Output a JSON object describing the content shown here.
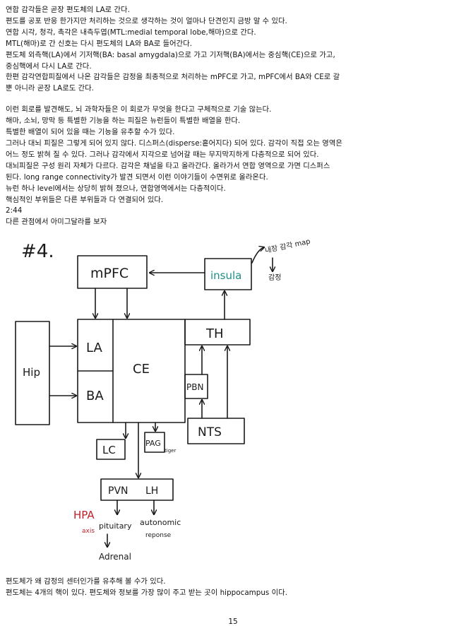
{
  "paragraph_lines": [
    "연합 감각들은 곧장 편도체의 LA로 간다.",
    "편도를 공포 반응 한가지만 처리하는 것으로 생각하는 것이 얼마나 단견인지 금방 알 수 있다.",
    "연합 시각, 청각, 촉각은 내측두엽(MTL:medial temporal lobe,해마)으로 간다.",
    "MTL(해마)로 간 신호는 다시 편도체의 LA와 BA로 들어간다.",
    "편도체 외측핵(LA)에서 기저핵(BA: basal amygdala)으로 가고 기저핵(BA)에서는 중심핵(CE)으로 가고,",
    "중심핵에서 다시 LA로 간다.",
    "한편 감각연합피질에서 나온 감각들은 감정을 최종적으로 처리하는 mPFC로 가고, mPFC에서 BA와 CE로 갈",
    "뿐 아니라 곧장 LA로도 간다.",
    "",
    "이런 회로를 발견해도, 뇌 과학자들은 이 회로가 무엇을 한다고 구체적으로 기술 않는다.",
    "해마, 소뇌, 망막 등 특별한 기능을 하는 피질은 뉴런들이 특별한 배열을 한다.",
    "특별한 배열이 되어 있을 때는 기능을 유추할 수가 있다.",
    "그러나 대뇌 피질은 그렇게 되어 있지 않다. 디스퍼스(disperse:흩어지다) 되어 있다. 감각이 직접 오는 영역은",
    "어느 정도 밝혀 질 수 있다. 그러나 감각에서 지각으로 넘어갈 때는 무지막지하게 다층적으로 되어 있다.",
    "대뇌피질은 구성 원리 자체가 다르다. 감각은 채널을 타고 올라간다. 올라가서 연합 영역으로 가면 디스퍼스",
    "된다. long range connectivity가 발견 되면서 이런 이야기들이 수면위로 올라온다.",
    "뉴런 하나 level에서는 상당히 밝혀 졌으나, 연합영역에서는 다층적이다.",
    "핵심적인 부위들은 다른 부위들과 다 연결되어 있다.",
    "2:44",
    "다른 관점에서 아미그달라를 보자"
  ],
  "diagram": {
    "figure_number": "#4.",
    "mpfc": "mPFC",
    "insula": "insula",
    "insula_note_1": "내장 감각 map",
    "insula_note_2": "감정",
    "th": "TH",
    "hip": "Hip",
    "la": "LA",
    "ba": "BA",
    "ce": "CE",
    "pbn": "PBN",
    "nts": "NTS",
    "lc": "LC",
    "pag": "PAG",
    "pag_note": "tiger",
    "pvn": "PVN",
    "lh": "LH",
    "hpa": "HPA",
    "hpa_sub": "axis",
    "pituitary": "pituitary",
    "autonomic": "autonomic",
    "response": "reponse",
    "adrenal": "Adrenal",
    "colors": {
      "ink": "#1a1a1a",
      "insula": "#1f8f86",
      "hpa": "#c0202a"
    }
  },
  "closing_lines": [
    "편도체가 왜 감정의 센터인가를 유추해 볼 수가 있다.",
    "편도체는 4개의 핵이 있다. 편도체와 정보를 가장 많이 주고 받는 곳이 hippocampus 이다."
  ],
  "page_number": "15"
}
